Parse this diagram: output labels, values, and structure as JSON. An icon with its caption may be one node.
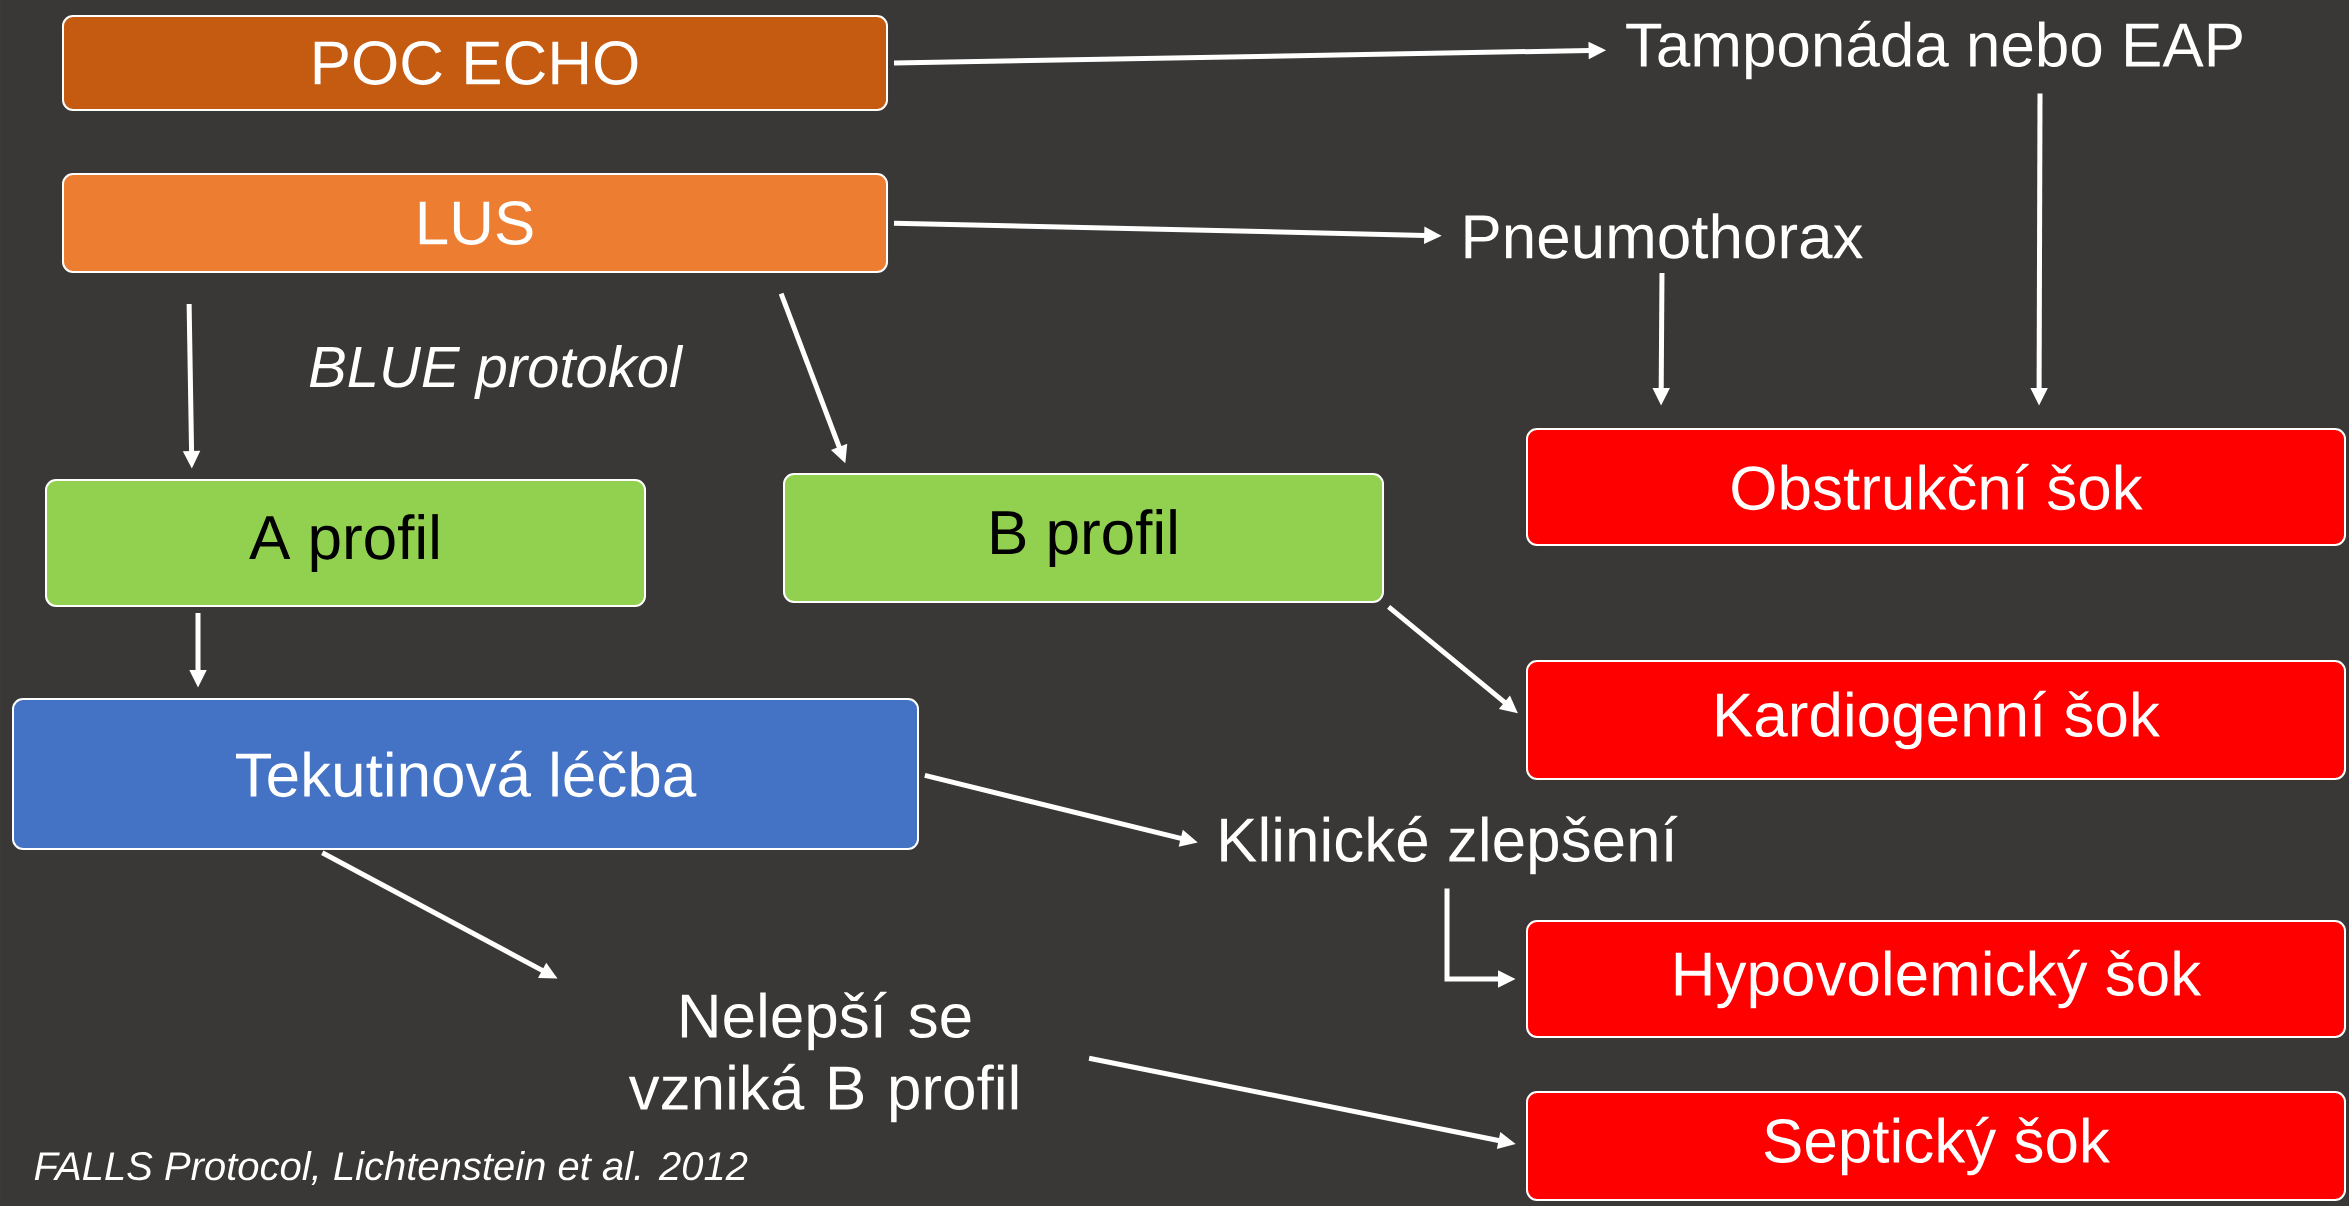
{
  "diagram": {
    "nodes": [
      {
        "text": [
          "POC ECHO"
        ]
      },
      {
        "text": [
          "LUS"
        ]
      },
      {
        "text": [
          "Tamponáda nebo EAP"
        ]
      },
      {
        "text": [
          "Pneumothorax"
        ]
      },
      {
        "text": [
          "A profil"
        ]
      },
      {
        "text": [
          "B profil"
        ]
      },
      {
        "text": [
          "Obstrukční šok"
        ]
      },
      {
        "text": [
          "Kardiogenní šok"
        ]
      },
      {
        "text": [
          "Tekutinová léčba"
        ]
      },
      {
        "text": [
          "Klinické zlepšení"
        ]
      },
      {
        "text": [
          "Nelepší se vzniká B profil"
        ]
      },
      {
        "text": [
          "Hypovolemický šok"
        ]
      },
      {
        "text": [
          "Septický šok"
        ]
      }
    ],
    "edges": [
      {
        "from": 0,
        "to": 2,
        "arrow": "to"
      },
      {
        "from": 1,
        "to": 3,
        "arrow": "to"
      },
      {
        "from": 1,
        "to": 4,
        "arrow": "to"
      },
      {
        "from": 1,
        "to": 5,
        "arrow": "to"
      },
      {
        "from": 3,
        "to": 6,
        "arrow": "to"
      },
      {
        "from": 2,
        "to": 6,
        "arrow": "to"
      },
      {
        "from": 5,
        "to": 7,
        "arrow": "to"
      },
      {
        "from": 4,
        "to": 8,
        "arrow": "to"
      },
      {
        "from": 8,
        "to": 9,
        "arrow": "to"
      },
      {
        "from": 8,
        "to": 10,
        "arrow": "to"
      },
      {
        "from": 9,
        "to": 11,
        "arrow": "to"
      },
      {
        "from": 10,
        "to": 12,
        "arrow": "to"
      }
    ],
    "labels": [
      "BLUE protokol",
      "FALLS Protocol, Lichtenstein et al. 2012"
    ]
  }
}
